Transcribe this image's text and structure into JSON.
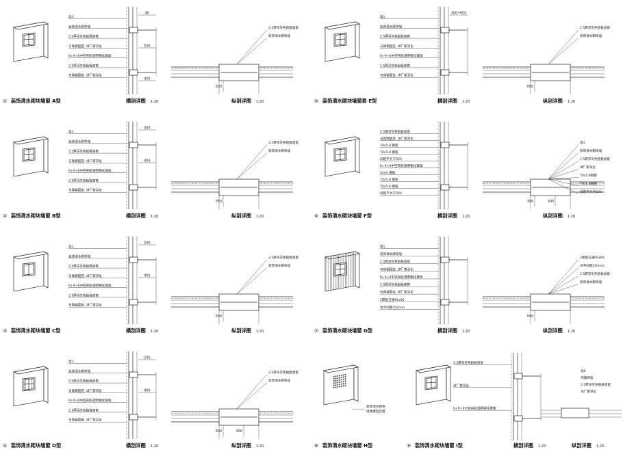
{
  "panels": [
    {
      "num": "①",
      "title": "装饰清水砌块墙窗 A型",
      "h_title": "横剖详图",
      "v_title": "纵剖详图",
      "scale": "1:20",
      "h_notes": [
        "墙1",
        "装饰清水砌块墙",
        "2.5厚深灰色铝板窗套",
        "与角钢固定, 详厂家深化",
        "6+9+6中空夹胶透明钢化玻璃",
        "2.5厚深灰色铝板窗套",
        "与角钢固定, 详厂家深化"
      ],
      "h_dims": [
        "80",
        "500",
        "400"
      ],
      "v_notes": [
        "2.5厚深灰色铝板窗套",
        "装饰清水砌块墙"
      ],
      "v_dims": [
        "500"
      ],
      "wall": "plain",
      "grid": "4"
    },
    {
      "num": "⑤",
      "title": "装饰清水砌块墙窗套 E型",
      "h_title": "横剖详图",
      "v_title": "纵剖详图",
      "scale": "1:20",
      "h_notes": [
        "墙1",
        "装饰清水砌块墙",
        "2.5厚深灰色铝板窗套",
        "与角钢固定, 详厂家深化",
        "6+9+6中空夹胶透明钢化玻璃",
        "2.5厚深灰色铝板窗套",
        "与角钢固定, 详厂家深化"
      ],
      "h_dims": [
        "300~650"
      ],
      "v_notes": [
        "2.5厚深灰色铝板窗套",
        "装饰清水砌块墙"
      ],
      "v_dims": [
        "650"
      ],
      "wall": "plain",
      "grid": "4"
    },
    {
      "num": "②",
      "title": "装饰清水砌块墙窗 B型",
      "h_title": "横剖详图",
      "v_title": "纵剖详图",
      "scale": "1:20",
      "h_notes": [
        "墙1",
        "装饰清水砌块墙",
        "2.5厚深灰色铝板窗套",
        "与角钢固定, 详厂家深化",
        "6+9+6中空夹胶透明钢化玻璃",
        "2.5厚深灰色铝板窗套",
        "与角钢固定, 详厂家深化"
      ],
      "h_dims": [
        "350",
        "400"
      ],
      "v_notes": [
        "2.5厚深灰色铝板窗套",
        "装饰清水砌块墙"
      ],
      "v_dims": [
        "350"
      ],
      "wall": "plain",
      "grid": "4"
    },
    {
      "num": "⑥",
      "title": "装饰清水砌块墙窗 F型",
      "h_title": "横剖详图",
      "v_title": "纵剖详图",
      "scale": "1:20",
      "h_notes": [
        "2.5厚深灰色铝板窗套",
        "与角钢固定, 详厂家深化",
        "70x5.8 钢管",
        "70x5.8 钢管",
        "间距不大于500",
        "6+9+6中空夹胶透明钢化玻璃",
        "5mm 钢板",
        "70x5.8 钢管",
        "70x5.8 钢管",
        "间距不大于500"
      ],
      "h_dims": [],
      "v_notes": [
        "墙1",
        "装饰清水砌块墙",
        "2.5厚深灰色铝板窗套",
        "详厂家深化",
        "70x5.8钢管",
        "70x5.8钢管",
        "间距不大于500"
      ],
      "v_dims": [
        "300",
        "300"
      ],
      "wall": "plain",
      "grid": "4"
    },
    {
      "num": "③",
      "title": "装饰清水砌块墙窗 C型",
      "h_title": "横剖详图",
      "v_title": "纵剖详图",
      "scale": "1:20",
      "h_notes": [
        "墙1",
        "装饰清水砌块墙",
        "2.5厚深灰色铝板窗套",
        "与角钢固定, 详厂家深化",
        "6+9+6中空夹胶透明钢化玻璃",
        "2.5厚深灰色铝板窗套",
        "与角钢固定, 详厂家深化"
      ],
      "h_dims": [
        "500",
        "400"
      ],
      "v_notes": [
        "2.5厚深灰色铝板窗套",
        "装饰清水砌块墙"
      ],
      "v_dims": [
        "500"
      ],
      "wall": "plain",
      "grid": "2"
    },
    {
      "num": "⑦",
      "title": "装饰清水砌块墙窗 G型",
      "h_title": "横剖详图",
      "v_title": "纵剖详图",
      "scale": "1:20",
      "h_notes": [
        "墙1",
        "装饰清水砌块墙",
        "2.5厚深灰色铝板窗套",
        "与角钢固定, 详厂家深化",
        "6+9+6中空夹胶透明钢化玻璃",
        "2.5厚深灰色铝板窗套",
        "与角钢固定, 详厂家深化",
        "2厚铝方通60x60",
        "水平间距250mm"
      ],
      "h_dims": [],
      "v_notes": [
        "2厚铝方通60x60",
        "水平间距250mm",
        "2.5厚深灰色铝板窗套",
        "装饰清水砌块墙"
      ],
      "v_dims": [
        "500"
      ],
      "wall": "striped",
      "grid": "4"
    },
    {
      "num": "④",
      "title": "装饰清水砌块墙窗 D型",
      "h_title": "横剖详图",
      "v_title": "纵剖详图",
      "scale": "1:20",
      "h_notes": [
        "墙1",
        "装饰清水砌块墙",
        "2.5厚深灰色铝板窗套",
        "与角钢固定, 详厂家深化",
        "6+9+6中空夹胶透明钢化玻璃",
        "2.5厚深灰色铝板窗套",
        "与角钢固定, 详厂家深化"
      ],
      "h_dims": [
        "200",
        "400"
      ],
      "v_notes": [
        "2.5厚深灰色铝板窗套",
        "装饰清水砌块墙"
      ],
      "v_dims": [
        "500",
        "500"
      ],
      "wall": "plain",
      "grid": "6"
    },
    {
      "num": "⑧",
      "title": "装饰清水砌块墙窗 H型",
      "h_title": "",
      "v_title": "",
      "scale": "",
      "h_notes": [
        "装饰清水砌块",
        "墙体镂空处理"
      ],
      "h_dims": [],
      "v_notes": [],
      "v_dims": [],
      "wall": "perforated",
      "grid": "0"
    },
    {
      "num": "⑨",
      "title": "装饰清水砌块墙窗 I型",
      "h_title": "横剖详图",
      "v_title": "纵剖详图",
      "scale": "1:20",
      "h_notes": [
        "2.5厚深灰色铝板窗套",
        "详厂家深化",
        "6+9+6中空夹胶透明钢化玻璃"
      ],
      "h_dims": [],
      "v_notes": [
        "墙6",
        "饰面砖墙",
        "2.5厚深灰色铝板窗套",
        "详厂家深化"
      ],
      "v_dims": [],
      "wall": "plain",
      "grid": "4"
    }
  ]
}
